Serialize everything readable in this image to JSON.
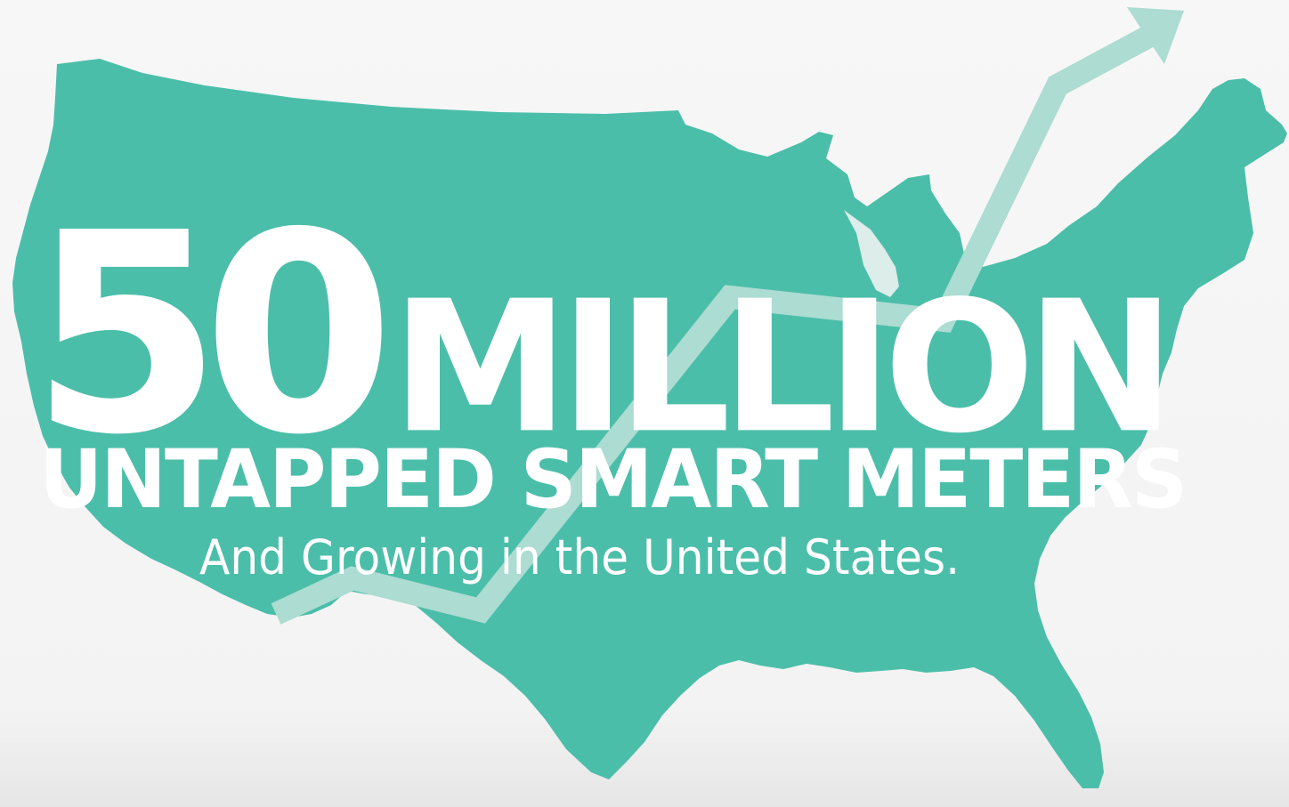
{
  "headline": {
    "number": "50",
    "word": "MILLION",
    "subhead": "UNTAPPED SMART METERS",
    "tagline": "And Growing in the United States."
  },
  "colors": {
    "map_fill": "#4bbea9",
    "trend_arrow": "#acdcd2",
    "text": "#ffffff",
    "background": "#f6f6f6"
  },
  "graphics": {
    "map": "us-map",
    "arrow": "upward-trend-arrow"
  }
}
